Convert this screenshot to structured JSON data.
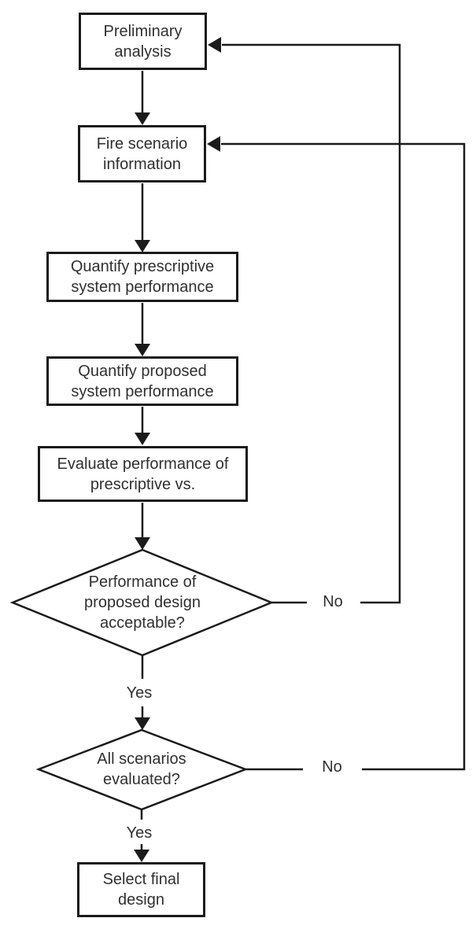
{
  "diagram": {
    "type": "flowchart",
    "nodes": {
      "preliminary": {
        "shape": "rect",
        "lines": [
          "Preliminary",
          "analysis"
        ]
      },
      "fire_scenario": {
        "shape": "rect",
        "lines": [
          "Fire scenario",
          "information"
        ]
      },
      "quantify_prescriptive": {
        "shape": "rect",
        "lines": [
          "Quantify prescriptive",
          "system performance"
        ]
      },
      "quantify_proposed": {
        "shape": "rect",
        "lines": [
          "Quantify proposed",
          "system performance"
        ]
      },
      "evaluate": {
        "shape": "rect",
        "lines": [
          "Evaluate performance of",
          "prescriptive vs."
        ]
      },
      "performance_acceptable": {
        "shape": "diamond",
        "lines": [
          "Performance of",
          "proposed design",
          "acceptable?"
        ]
      },
      "all_scenarios": {
        "shape": "diamond",
        "lines": [
          "All scenarios",
          "evaluated?"
        ]
      },
      "select_final": {
        "shape": "rect",
        "lines": [
          "Select final",
          "design"
        ]
      }
    },
    "edges": [
      {
        "from": "preliminary",
        "to": "fire_scenario",
        "label": ""
      },
      {
        "from": "fire_scenario",
        "to": "quantify_prescriptive",
        "label": ""
      },
      {
        "from": "quantify_prescriptive",
        "to": "quantify_proposed",
        "label": ""
      },
      {
        "from": "quantify_proposed",
        "to": "evaluate",
        "label": ""
      },
      {
        "from": "evaluate",
        "to": "performance_acceptable",
        "label": ""
      },
      {
        "from": "performance_acceptable",
        "to": "all_scenarios",
        "label": "Yes"
      },
      {
        "from": "performance_acceptable",
        "to": "fire_scenario",
        "label": "No"
      },
      {
        "from": "all_scenarios",
        "to": "select_final",
        "label": "Yes"
      },
      {
        "from": "all_scenarios",
        "to": "preliminary_loop",
        "label": "No"
      }
    ],
    "edge_labels": {
      "performance_yes": "Yes",
      "performance_no": "No",
      "scenarios_yes": "Yes",
      "scenarios_no": "No"
    }
  },
  "colors": {
    "background": "#ffffff",
    "line": "#1b1b1b",
    "text": "#303030"
  }
}
